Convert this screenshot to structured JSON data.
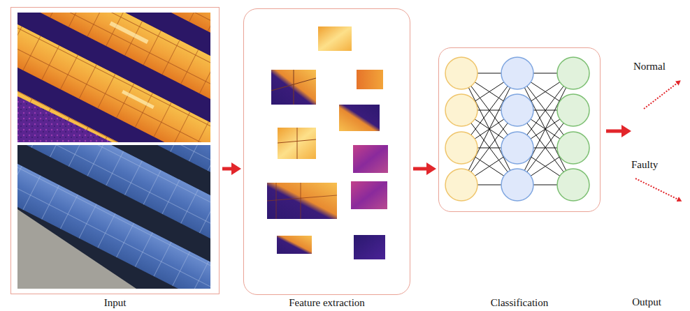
{
  "diagram": {
    "nodes": [
      {
        "text": [
          "Input"
        ]
      },
      {
        "text": [
          "Feature extraction"
        ]
      },
      {
        "text": [
          "Classification"
        ]
      }
    ],
    "edges": [
      {
        "from": 0,
        "to": 1,
        "arrow": "to"
      },
      {
        "from": 1,
        "to": 2,
        "arrow": "to"
      }
    ],
    "labels": [
      "Normal",
      "Faulty",
      "Output"
    ]
  }
}
